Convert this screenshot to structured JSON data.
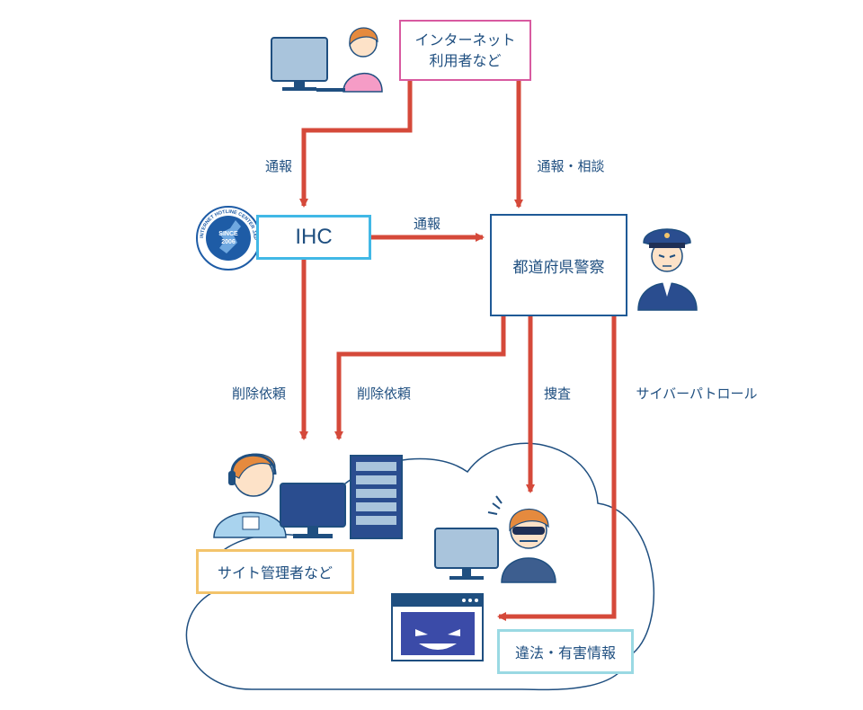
{
  "nodes": {
    "internet_users": {
      "line1": "インターネット",
      "line2": "利用者など"
    },
    "ihc": "IHC",
    "police": "都道府県警察",
    "site_admins": "サイト管理者など",
    "illegal_info": "違法・有害情報"
  },
  "edges": {
    "user_to_ihc": "通報",
    "user_to_police": "通報・相談",
    "ihc_to_police": "通報",
    "ihc_delete": "削除依頼",
    "police_delete": "削除依頼",
    "investigation": "捜査",
    "cyber_patrol": "サイバーパトロール"
  },
  "logo": {
    "ring_text": "INTERNET HOTLINE CENTER JAPAN",
    "since_label": "SINCE",
    "since_year": "2006"
  },
  "colors": {
    "arrow": "#d5493a",
    "text": "#1f4f80",
    "user_border": "#d85aa0",
    "ihc_border": "#41b8e6",
    "police_border": "#1f5a96",
    "site_border": "#f3c46b",
    "illegal_border": "#9ad9e3"
  }
}
